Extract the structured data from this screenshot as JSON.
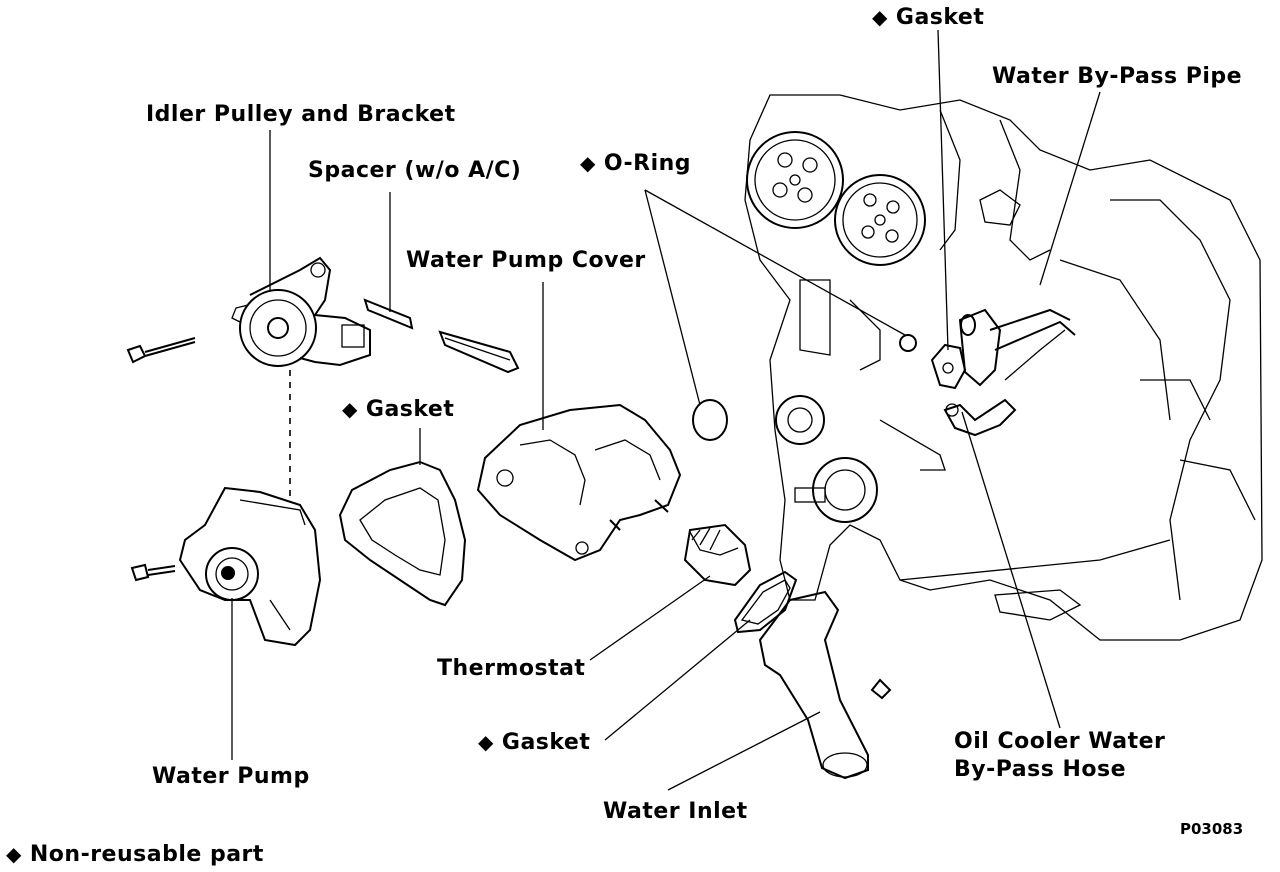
{
  "diamond_symbol": "◆",
  "labels": {
    "gasket_top": "Gasket",
    "water_bypass_pipe": "Water By-Pass Pipe",
    "idler_pulley": "Idler Pulley and Bracket",
    "spacer": "Spacer (w/o A/C)",
    "o_ring": "O-Ring",
    "water_pump_cover": "Water Pump Cover",
    "gasket_mid": "Gasket",
    "thermostat": "Thermostat",
    "gasket_bottom": "Gasket",
    "oil_cooler_line1": "Oil Cooler Water",
    "oil_cooler_line2": "By-Pass Hose",
    "water_pump": "Water Pump",
    "water_inlet": "Water Inlet",
    "figure_code": "P03083",
    "legend": "Non-reusable part"
  }
}
